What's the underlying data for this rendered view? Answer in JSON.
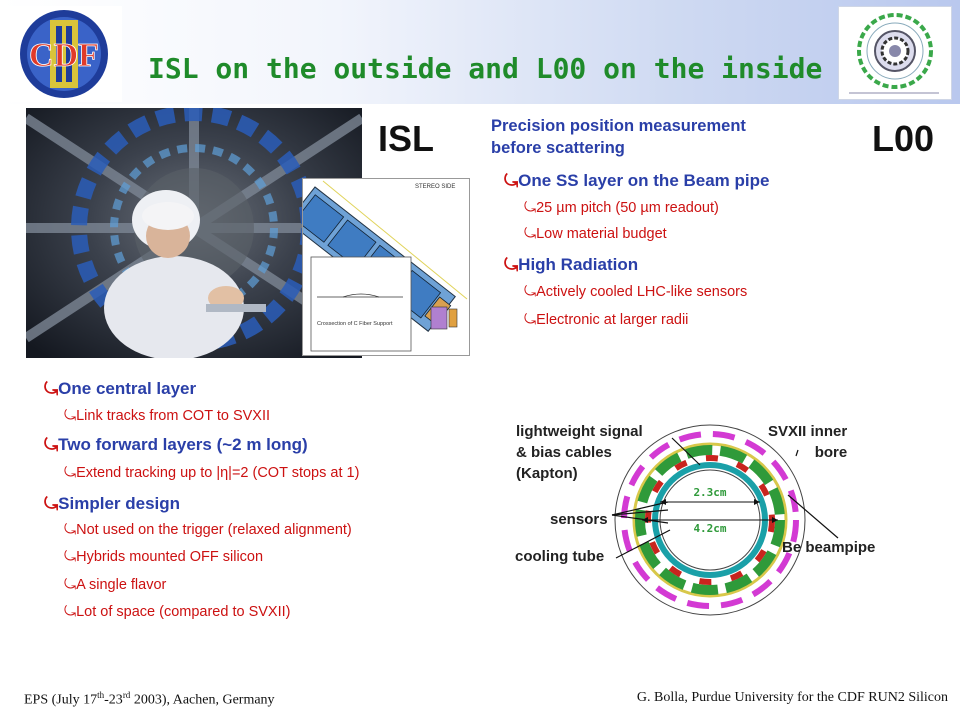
{
  "header": {
    "title": "ISL on the outside and L00 on the inside",
    "logo_text": "CDF II"
  },
  "labels": {
    "isl": "ISL",
    "l00": "L00"
  },
  "drawing": {
    "title": "STEREO SIDE",
    "caption": "Crossection of C Fiber Support"
  },
  "right_list": {
    "intro": [
      "Precision position measurement",
      "before scattering"
    ],
    "items": [
      {
        "text": "One SS layer on the Beam pipe",
        "sub": [
          "25 µm pitch (50 µm readout)",
          "Low material budget"
        ]
      },
      {
        "text": "High Radiation",
        "sub": [
          "Actively cooled LHC-like sensors",
          "Electronic at larger radii"
        ]
      }
    ]
  },
  "left_list": {
    "items": [
      {
        "text": "One central layer",
        "sub": [
          "Link tracks from COT to SVXII"
        ]
      },
      {
        "text": "Two forward layers (~2 m long)",
        "sub": [
          "Extend tracking up to |η|=2 (COT stops at 1)"
        ]
      },
      {
        "text": "Simpler design",
        "sub": [
          "Not used on the trigger (relaxed alignment)",
          "Hybrids mounted OFF silicon",
          "A single flavor",
          "Lot of space (compared to SVXII)"
        ]
      }
    ]
  },
  "diagram": {
    "signal": [
      "lightweight signal",
      "& bias cables",
      "(Kapton)"
    ],
    "svx": [
      "SVXII inner",
      "bore"
    ],
    "sensors": "sensors",
    "cooling": "cooling tube",
    "beampipe": "Be beampipe",
    "dim_inner": "2.3cm",
    "dim_outer": "4.2cm"
  },
  "footer": {
    "left_prefix": "EPS (July 17",
    "left_sup1": "th",
    "left_mid": "-23",
    "left_sup2": "rd",
    "left_suffix": " 2003), Aachen, Germany",
    "right": "G. Bolla, Purdue University for the CDF RUN2 Silicon"
  },
  "colors": {
    "title": "#1f8b2a",
    "bullet_main": "#2a3fa8",
    "bullet_sub": "#cc1111",
    "arrow": "#cc1111"
  },
  "icons": {
    "bullet": "curved-arrow-icon"
  }
}
